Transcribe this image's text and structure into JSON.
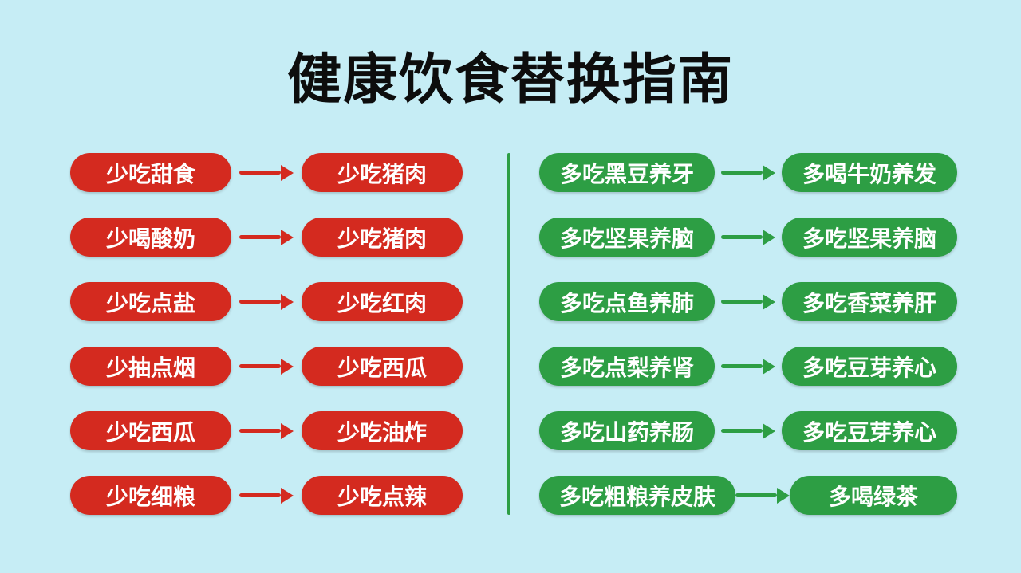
{
  "title": "健康饮食替换指南",
  "colors": {
    "background": "#c6edf5",
    "title": "#0d0d0d",
    "red": "#d42a1f",
    "green": "#2d9e44",
    "divider": "#2d9e44"
  },
  "left": {
    "theme": "red",
    "rows": [
      {
        "from": "少吃甜食",
        "to": "少吃猪肉"
      },
      {
        "from": "少喝酸奶",
        "to": "少吃猪肉"
      },
      {
        "from": "少吃点盐",
        "to": "少吃红肉"
      },
      {
        "from": "少抽点烟",
        "to": "少吃西瓜"
      },
      {
        "from": "少吃西瓜",
        "to": "少吃油炸"
      },
      {
        "from": "少吃细粮",
        "to": "少吃点辣"
      }
    ]
  },
  "right": {
    "theme": "green",
    "rows": [
      {
        "from": "多吃黑豆养牙",
        "to": "多喝牛奶养发"
      },
      {
        "from": "多吃坚果养脑",
        "to": "多吃坚果养脑"
      },
      {
        "from": "多吃点鱼养肺",
        "to": "多吃香菜养肝"
      },
      {
        "from": "多吃点梨养肾",
        "to": "多吃豆芽养心"
      },
      {
        "from": "多吃山药养肠",
        "to": "多吃豆芽养心"
      },
      {
        "from": "多吃粗粮养皮肤",
        "to": "多喝绿茶"
      }
    ]
  }
}
